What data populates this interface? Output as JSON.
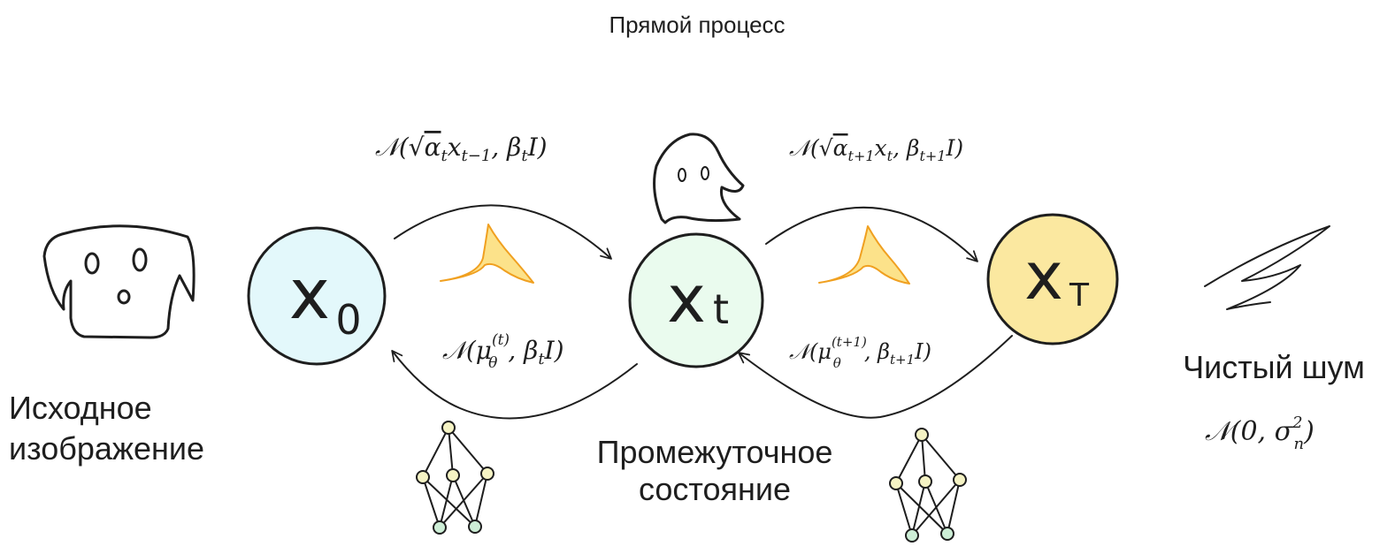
{
  "title": "Прямой процесс",
  "nodes": {
    "x0": {
      "symbol": "x",
      "subscript": "0",
      "fill": "#e3f8fb"
    },
    "xt": {
      "symbol": "x",
      "subscript": "t",
      "fill": "#eafbee"
    },
    "xT": {
      "symbol": "x",
      "subscript": "T",
      "fill": "#fbe8a0"
    }
  },
  "labels": {
    "source_line1": "Исходное",
    "source_line2": "изображение",
    "intermediate_line1": "Промежуточное",
    "intermediate_line2": "состояние",
    "noise": "Чистый шум"
  },
  "formulas": {
    "forward_1": {
      "main": "𝒩(√",
      "alpha": "α",
      "alpha_sub": "t",
      "mid": "x",
      "mid_sub": "t−1",
      "tail": ", β",
      "tail_sub": "t",
      "end": "I)"
    },
    "forward_2": {
      "main": "𝒩(√",
      "alpha": "α",
      "alpha_sub": "t+1",
      "mid": "x",
      "mid_sub": "t",
      "tail": ", β",
      "tail_sub": "t+1",
      "end": "I)"
    },
    "reverse_1": {
      "main": "𝒩(μ",
      "sup": "(t)",
      "sub": "θ",
      "tail": ", β",
      "tail_sub": "t",
      "end": "I)"
    },
    "reverse_2": {
      "main": "𝒩(μ",
      "sup": "(t+1)",
      "sub": "θ",
      "tail": ", β",
      "tail_sub": "t+1",
      "end": "I)"
    },
    "noise": {
      "main": "𝒩(0, σ",
      "sup": "2",
      "sub": "n",
      "end": ")"
    }
  },
  "colors": {
    "stroke": "#1e1e1e",
    "distribution_fill": "#fce28a",
    "distribution_stroke": "#f0a020",
    "network_node": "#f5f3c4",
    "network_output": "#cdeed6"
  }
}
